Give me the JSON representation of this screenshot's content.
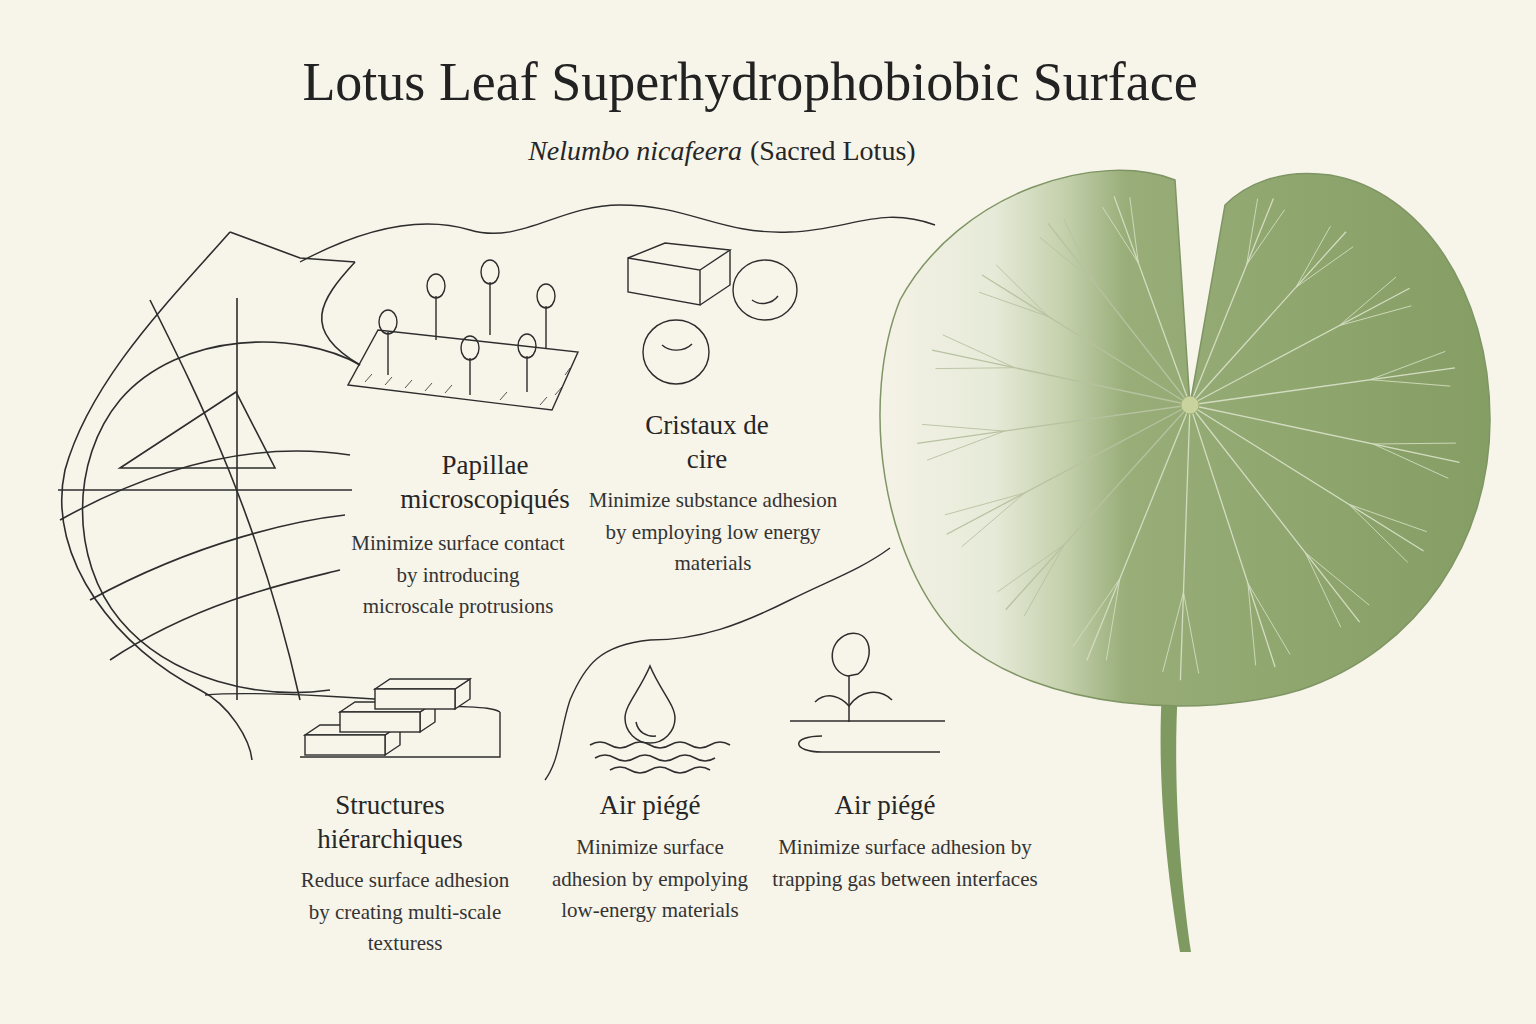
{
  "diagram": {
    "title": "Lotus Leaf Superhydrophobiobic Surface",
    "labels": [
      "Nelumbo nicafeera",
      "(Sacred Lotus)",
      "Papillae microscopiqués",
      "Minimize surface contact by introducing microscale protrusions",
      "Cristaux de cire",
      "Minimize substance adhesion by employing low energy materials",
      "Structures hiérarchiques",
      "Reduce surface adhesion by creating multi-scale texturess",
      "Air piégé",
      "Minimize surface adhesion by empolying low-energy materials",
      "Air piégé",
      "Minimize surface adhesion by trapping gas between interfaces"
    ]
  }
}
